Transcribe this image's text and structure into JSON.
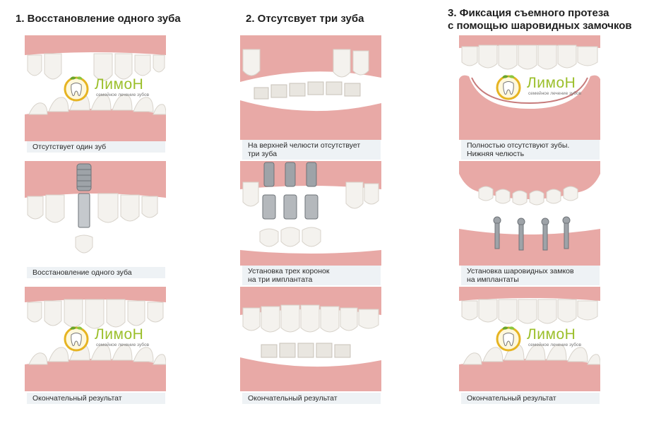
{
  "columns": [
    {
      "title": [
        "1. Восстановление одного зуба"
      ],
      "captions": [
        [
          "Отсутствует один зуб"
        ],
        [
          "Восстановление одного зуба"
        ],
        [
          "Окончательный результат"
        ]
      ]
    },
    {
      "title": [
        "2. Отсутсвует три зуба"
      ],
      "captions": [
        [
          "На верхней челюсти отсутствует",
          "три зуба"
        ],
        [
          "Установка трех коронок",
          "на три имплантата"
        ],
        [
          "Окончательный результат"
        ]
      ]
    },
    {
      "title": [
        "3. Фиксация съемного протеза",
        "с помощью шаровидных замочков"
      ],
      "captions": [
        [
          "Полностью отсутствуют зубы.",
          "Нижняя челюсть"
        ],
        [
          "Установка шаровидных замков",
          "на имплантаты"
        ],
        [
          "Окончательный результат"
        ]
      ]
    }
  ],
  "logo": {
    "name": "ЛимоН",
    "tagline": "семейное лечение зубов"
  },
  "colors": {
    "gum": "#e8a9a6",
    "gum_dark": "#c77b7b",
    "tooth": "#f4f2ee",
    "implant": "#9ea3a8",
    "accent": "#9bbf2a",
    "logo_ring": "#e6b422"
  }
}
